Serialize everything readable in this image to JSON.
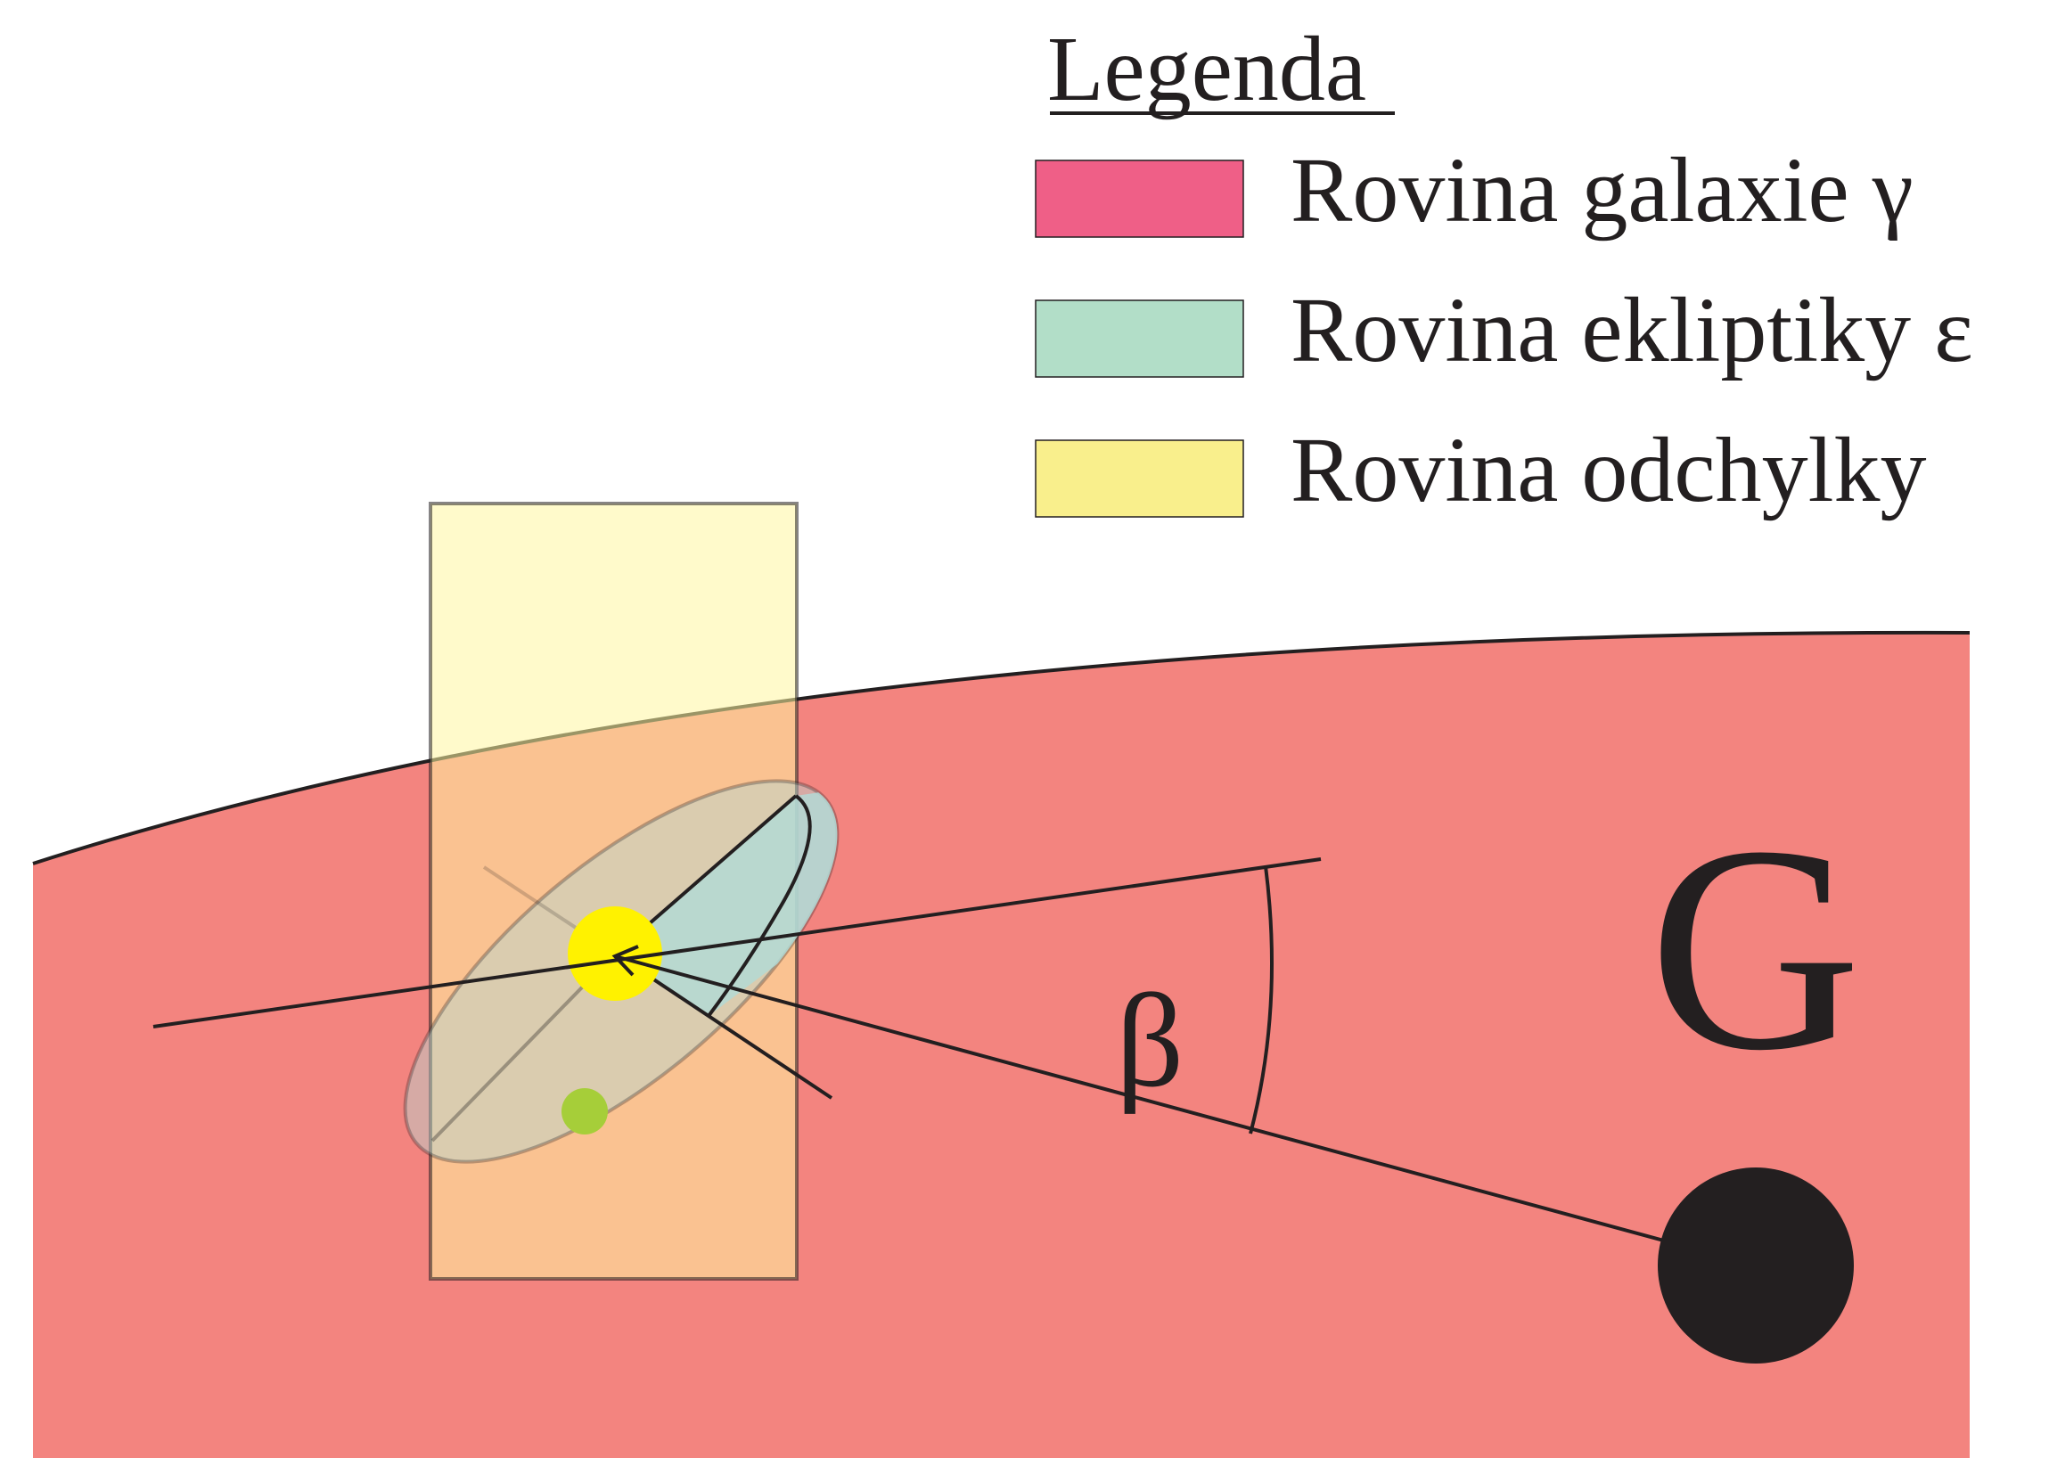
{
  "legend": {
    "title": "Legenda",
    "items": [
      {
        "label": "Rovina galaxie γ",
        "color": "#ef5f87"
      },
      {
        "label": "Rovina ekliptiky ε",
        "color": "#b2dec8"
      },
      {
        "label": "Rovina odchylky",
        "color": "#f9ef8c"
      }
    ]
  },
  "labels": {
    "angle": "β",
    "galactic_center": "G"
  },
  "colors": {
    "galaxy_plane": "#f3847f",
    "deviation_plane": "#fff6a0",
    "ecliptic_plane": "#b3d9d5",
    "sun": "#fff200",
    "earth": "#a6ce39",
    "center": "#231f20",
    "line": "#231f20"
  }
}
